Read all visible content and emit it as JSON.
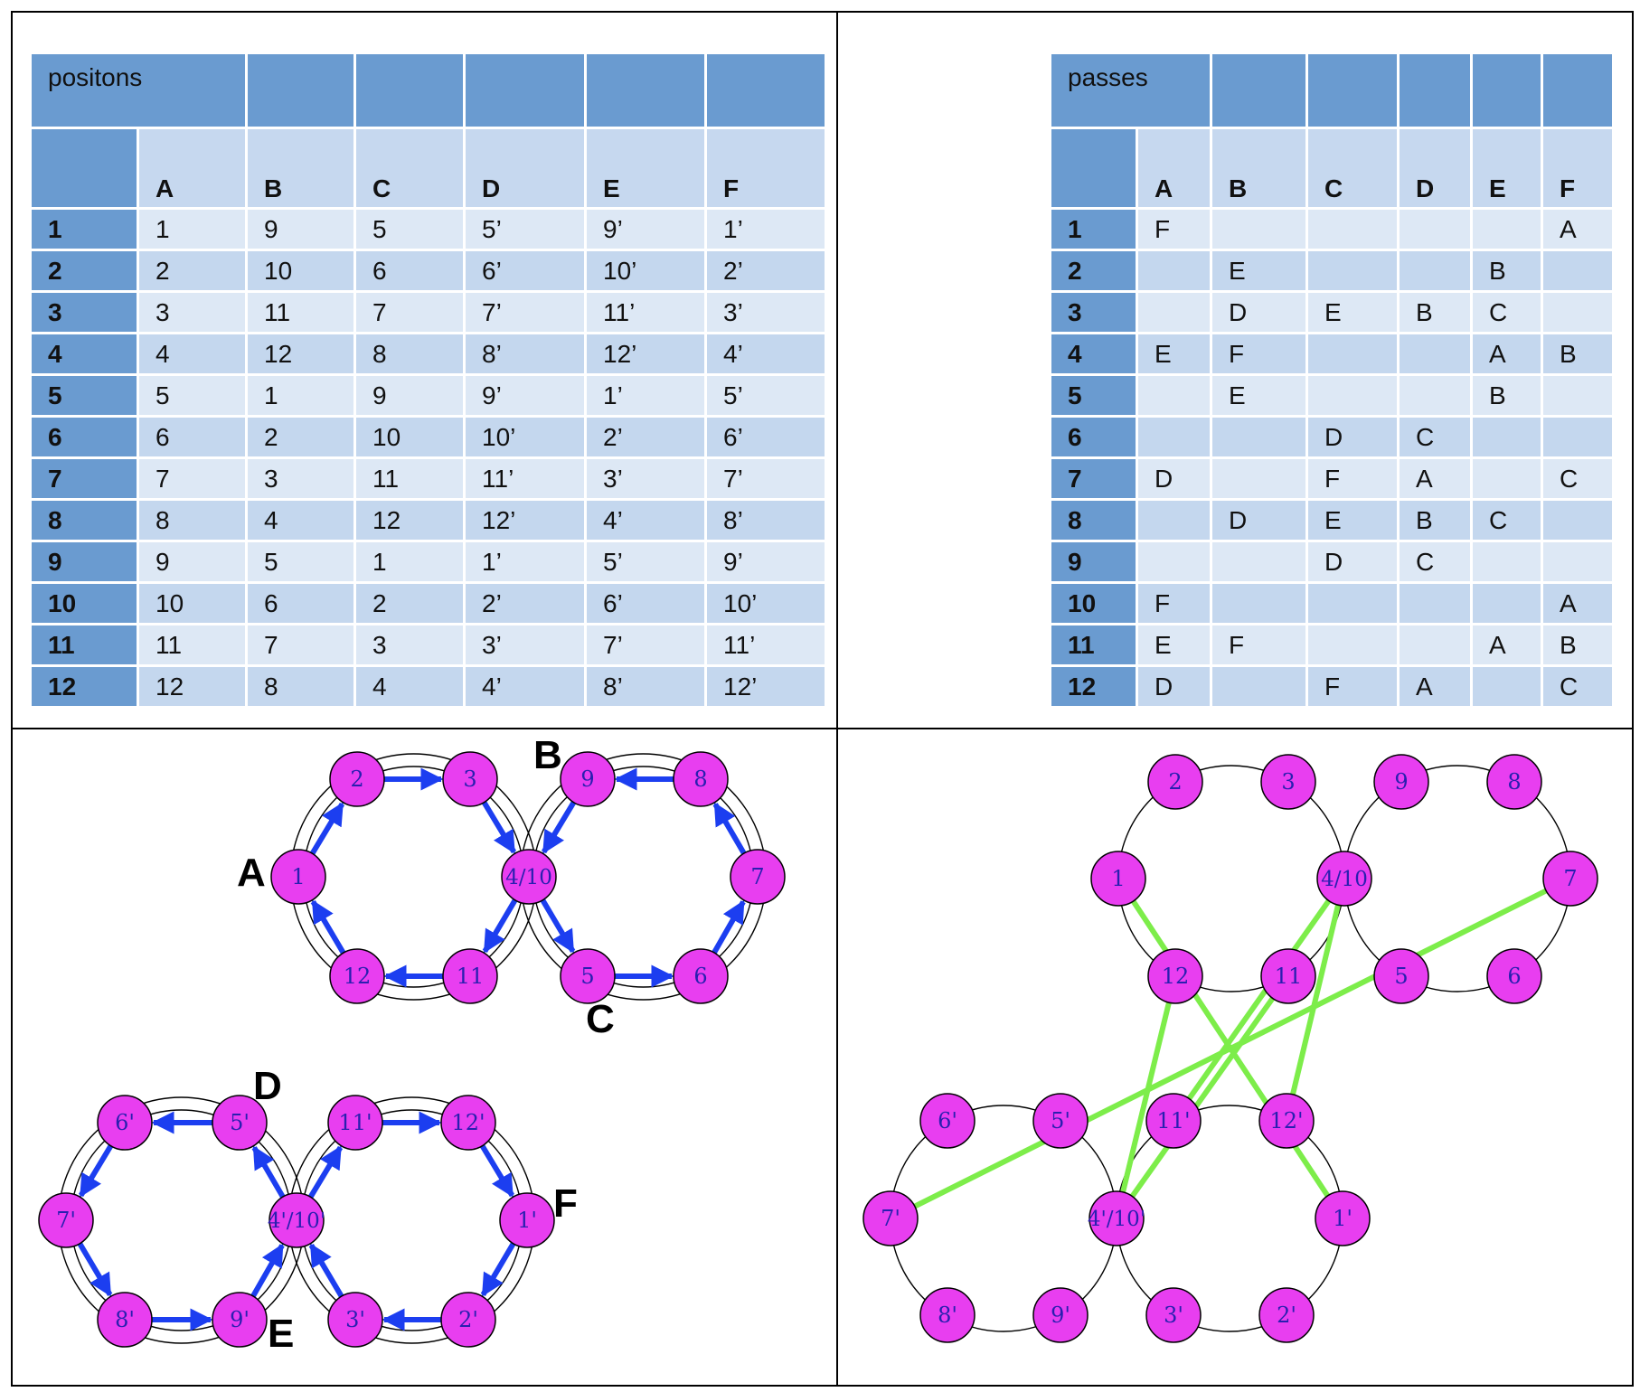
{
  "positions_table": {
    "title": "positons",
    "columns": [
      "A",
      "B",
      "C",
      "D",
      "E",
      "F"
    ],
    "rows": [
      {
        "label": "1",
        "cells": [
          "1",
          "9",
          "5",
          "5’",
          "9’",
          "1’"
        ]
      },
      {
        "label": "2",
        "cells": [
          "2",
          "10",
          "6",
          "6’",
          "10’",
          "2’"
        ]
      },
      {
        "label": "3",
        "cells": [
          "3",
          "11",
          "7",
          "7’",
          "11’",
          "3’"
        ]
      },
      {
        "label": "4",
        "cells": [
          "4",
          "12",
          "8",
          "8’",
          "12’",
          "4’"
        ]
      },
      {
        "label": "5",
        "cells": [
          "5",
          "1",
          "9",
          "9’",
          "1’",
          "5’"
        ]
      },
      {
        "label": "6",
        "cells": [
          "6",
          "2",
          "10",
          "10’",
          "2’",
          "6’"
        ]
      },
      {
        "label": "7",
        "cells": [
          "7",
          "3",
          "11",
          "11’",
          "3’",
          "7’"
        ]
      },
      {
        "label": "8",
        "cells": [
          "8",
          "4",
          "12",
          "12’",
          "4’",
          "8’"
        ]
      },
      {
        "label": "9",
        "cells": [
          "9",
          "5",
          "1",
          "1’",
          "5’",
          "9’"
        ]
      },
      {
        "label": "10",
        "cells": [
          "10",
          "6",
          "2",
          "2’",
          "6’",
          "10’"
        ]
      },
      {
        "label": "11",
        "cells": [
          "11",
          "7",
          "3",
          "3’",
          "7’",
          "11’"
        ]
      },
      {
        "label": "12",
        "cells": [
          "12",
          "8",
          "4",
          "4’",
          "8’",
          "12’"
        ]
      }
    ]
  },
  "passes_table": {
    "title": "passes",
    "columns": [
      "A",
      "B",
      "C",
      "D",
      "E",
      "F"
    ],
    "rows": [
      {
        "label": "1",
        "cells": [
          "F",
          "",
          "",
          "",
          "",
          "A"
        ]
      },
      {
        "label": "2",
        "cells": [
          "",
          "E",
          "",
          "",
          "B",
          ""
        ]
      },
      {
        "label": "3",
        "cells": [
          "",
          "D",
          "E",
          "B",
          "C",
          ""
        ]
      },
      {
        "label": "4",
        "cells": [
          "E",
          "F",
          "",
          "",
          "A",
          "B"
        ]
      },
      {
        "label": "5",
        "cells": [
          "",
          "E",
          "",
          "",
          "B",
          ""
        ]
      },
      {
        "label": "6",
        "cells": [
          "",
          "",
          "D",
          "C",
          "",
          ""
        ]
      },
      {
        "label": "7",
        "cells": [
          "D",
          "",
          "F",
          "A",
          "",
          "C"
        ]
      },
      {
        "label": "8",
        "cells": [
          "",
          "D",
          "E",
          "B",
          "C",
          ""
        ]
      },
      {
        "label": "9",
        "cells": [
          "",
          "",
          "D",
          "C",
          "",
          ""
        ]
      },
      {
        "label": "10",
        "cells": [
          "F",
          "",
          "",
          "",
          "",
          "A"
        ]
      },
      {
        "label": "11",
        "cells": [
          "E",
          "F",
          "",
          "",
          "A",
          "B"
        ]
      },
      {
        "label": "12",
        "cells": [
          "D",
          "",
          "F",
          "A",
          "",
          "C"
        ]
      }
    ]
  },
  "colors": {
    "node_fill": "#e83ef0",
    "node_text": "#2a1fb0",
    "route_arrow": "#1c3ef0",
    "pass_line": "#7ded4a",
    "table_title": "#6a9bd0",
    "table_header": "#c6d8ef",
    "row_light": "#dde8f5",
    "row_mid": "#c4d7ee"
  },
  "route_diagram": {
    "labels": [
      "A",
      "B",
      "C",
      "D",
      "E",
      "F"
    ],
    "nodes": [
      "1",
      "2",
      "3",
      "4/10",
      "5",
      "6",
      "7",
      "8",
      "9",
      "11",
      "12",
      "1'",
      "2'",
      "3'",
      "4'/10'",
      "5'",
      "6'",
      "7'",
      "8'",
      "9'",
      "11'",
      "12'"
    ],
    "edges": [
      [
        "12",
        "1"
      ],
      [
        "1",
        "2"
      ],
      [
        "2",
        "3"
      ],
      [
        "3",
        "4/10"
      ],
      [
        "4/10",
        "11"
      ],
      [
        "11",
        "12"
      ],
      [
        "9",
        "4/10"
      ],
      [
        "4/10",
        "5"
      ],
      [
        "5",
        "6"
      ],
      [
        "6",
        "7"
      ],
      [
        "7",
        "8"
      ],
      [
        "8",
        "9"
      ],
      [
        "5'",
        "6'"
      ],
      [
        "6'",
        "7'"
      ],
      [
        "7'",
        "8'"
      ],
      [
        "8'",
        "9'"
      ],
      [
        "9'",
        "4'/10'"
      ],
      [
        "4'/10'",
        "5'"
      ],
      [
        "4'/10'",
        "11'"
      ],
      [
        "11'",
        "12'"
      ],
      [
        "12'",
        "1'"
      ],
      [
        "1'",
        "2'"
      ],
      [
        "2'",
        "3'"
      ],
      [
        "3'",
        "4'/10'"
      ]
    ]
  },
  "pass_diagram": {
    "nodes": [
      "1",
      "2",
      "3",
      "4/10",
      "5",
      "6",
      "7",
      "8",
      "9",
      "11",
      "12",
      "1'",
      "2'",
      "3'",
      "4'/10'",
      "5'",
      "6'",
      "7'",
      "8'",
      "9'",
      "11'",
      "12'"
    ],
    "passes": [
      [
        "1",
        "1'"
      ],
      [
        "7",
        "7'"
      ],
      [
        "11",
        "4'/10'"
      ],
      [
        "4/10",
        "11'"
      ],
      [
        "12",
        "4'/10'"
      ],
      [
        "4/10",
        "12'"
      ]
    ]
  }
}
